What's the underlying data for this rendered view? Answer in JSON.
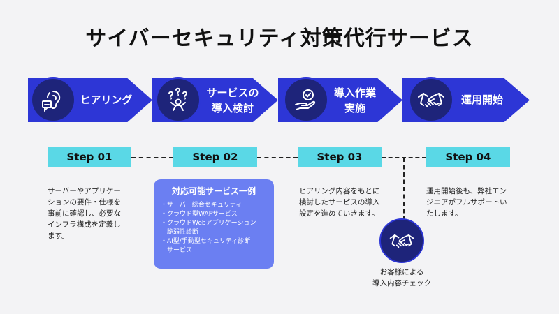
{
  "title": "サイバーセキュリティ対策代行サービス",
  "phases": [
    {
      "label": "ヒアリング",
      "icon": "ear-chat-icon"
    },
    {
      "label": "サービスの\n導入検討",
      "icon": "person-question-icon"
    },
    {
      "label": "導入作業\n実施",
      "icon": "hand-check-icon"
    },
    {
      "label": "運用開始",
      "icon": "handshake-icon"
    }
  ],
  "steps": [
    "Step 01",
    "Step 02",
    "Step 03",
    "Step 04"
  ],
  "descriptions": {
    "step1": "サーバーやアプリケー\nションの要件・仕様を\n事前に確認し、必要な\nインフラ構成を定義し\nます。",
    "step3": "ヒアリング内容をもとに\n検討したサービスの導入\n設定を進めていきます。",
    "step4": "運用開始後も、弊社エン\nジニアがフルサポートい\nたします。"
  },
  "service_card": {
    "title": "対応可能サービス一例",
    "items": [
      "・サーバー総合セキュリティ",
      "・クラウド型WAFサービス",
      "・クラウドWebアプリケーション\n脆弱性診断",
      "・AI型/手動型セキュリティ診断\nサービス"
    ]
  },
  "customer_check": {
    "label": "お客様による\n導入内容チェック",
    "icon": "handshake-icon"
  },
  "colors": {
    "chevron": "#2d36d6",
    "icon_circle": "#1e247a",
    "step_box": "#5ad8e6",
    "card": "#6b7ff2",
    "background": "#f3f3f5"
  }
}
